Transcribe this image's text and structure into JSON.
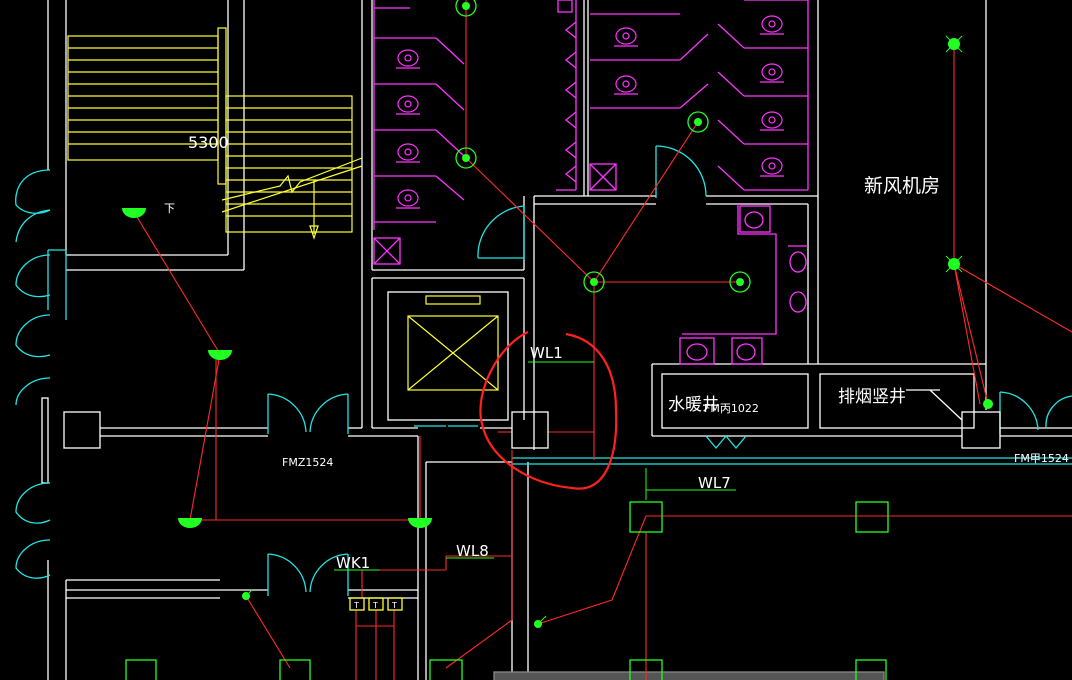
{
  "colors": {
    "background": "#000000",
    "wall": "#ffffff",
    "door": "#22e5e5",
    "stair": "#ffff33",
    "toilet": "#ff33ff",
    "wire": "#ff2a2a",
    "fixture": "#22ff22",
    "label": "#ffffff",
    "highlight": "#ff2020"
  },
  "labels": {
    "fresh_air_room": "新风机房",
    "water_heating_shaft": "水暖井",
    "door_fm_bing": "FM丙1022",
    "smoke_shaft": "排烟竖井",
    "door_fm_yi": "FMZ1524",
    "door_fm_jia": "FM甲1524",
    "stair_dim": "5300",
    "stair_down": "下",
    "circuit_wl1": "WL1",
    "circuit_wl7": "WL7",
    "circuit_wl8": "WL8",
    "circuit_wk1": "WK1",
    "switch_mark": "T"
  },
  "icons": {
    "light_fixture": "light-fixture-icon",
    "wall_lamp": "wall-lamp-icon",
    "panel_box": "distribution-box-icon",
    "switch": "switch-icon",
    "elevator": "elevator-shaft-icon",
    "toilet": "squat-toilet-icon",
    "sink": "wash-basin-icon"
  }
}
